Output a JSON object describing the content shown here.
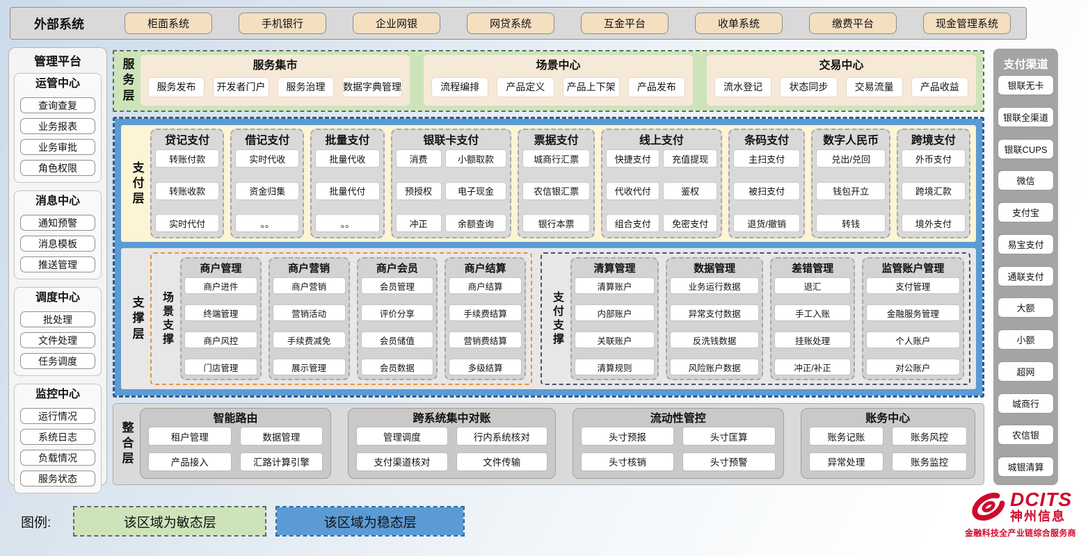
{
  "external_systems": {
    "label": "外部系统",
    "items": [
      "柜面系统",
      "手机银行",
      "企业网银",
      "网贷系统",
      "互金平台",
      "收单系统",
      "缴费平台",
      "现金管理系统"
    ]
  },
  "management_platform": {
    "title": "管理平台",
    "groups": [
      {
        "title": "运管中心",
        "items": [
          "查询查复",
          "业务报表",
          "业务审批",
          "角色权限"
        ]
      },
      {
        "title": "消息中心",
        "items": [
          "通知预警",
          "消息模板",
          "推送管理"
        ]
      },
      {
        "title": "调度中心",
        "items": [
          "批处理",
          "文件处理",
          "任务调度"
        ]
      },
      {
        "title": "监控中心",
        "items": [
          "运行情况",
          "系统日志",
          "负载情况",
          "服务状态"
        ]
      }
    ]
  },
  "service_layer": {
    "label": "服务层",
    "groups": [
      {
        "title": "服务集市",
        "items": [
          "服务发布",
          "开发者门户",
          "服务治理",
          "数据字典管理"
        ]
      },
      {
        "title": "场景中心",
        "items": [
          "流程编排",
          "产品定义",
          "产品上下架",
          "产品发布"
        ]
      },
      {
        "title": "交易中心",
        "items": [
          "流水登记",
          "状态同步",
          "交易流量",
          "产品收益"
        ]
      }
    ]
  },
  "payment_layer": {
    "label": "支付层",
    "columns": [
      {
        "title": "贷记支付",
        "items": [
          "转账付款",
          "转账收款",
          "实时代付"
        ]
      },
      {
        "title": "借记支付",
        "items": [
          "实时代收",
          "资金归集",
          "。。"
        ]
      },
      {
        "title": "批量支付",
        "items": [
          "批量代收",
          "批量代付",
          "。。"
        ]
      },
      {
        "title": "银联卡支付",
        "items": [
          "消费",
          "小额取款",
          "预授权",
          "电子现金",
          "冲正",
          "余额查询"
        ]
      },
      {
        "title": "票据支付",
        "items": [
          "城商行汇票",
          "农信银汇票",
          "银行本票"
        ]
      },
      {
        "title": "线上支付",
        "items": [
          "快捷支付",
          "充值提现",
          "代收代付",
          "鉴权",
          "组合支付",
          "免密支付"
        ]
      },
      {
        "title": "条码支付",
        "items": [
          "主扫支付",
          "被扫支付",
          "退货/撤销"
        ]
      },
      {
        "title": "数字人民币",
        "items": [
          "兑出/兑回",
          "钱包开立",
          "转钱"
        ]
      },
      {
        "title": "跨境支付",
        "items": [
          "外币支付",
          "跨境汇款",
          "境外支付"
        ]
      }
    ]
  },
  "support_layer": {
    "label": "支撑层",
    "sections": [
      {
        "label": "场景支撑",
        "columns": [
          {
            "title": "商户管理",
            "items": [
              "商户进件",
              "终端管理",
              "商户风控",
              "门店管理"
            ]
          },
          {
            "title": "商户营销",
            "items": [
              "商户营销",
              "营销活动",
              "手续费减免",
              "展示管理"
            ]
          },
          {
            "title": "商户会员",
            "items": [
              "会员管理",
              "评价分享",
              "会员储值",
              "会员数据"
            ]
          },
          {
            "title": "商户结算",
            "items": [
              "商户结算",
              "手续费结算",
              "营销费结算",
              "多级结算"
            ]
          }
        ]
      },
      {
        "label": "支付支撑",
        "columns": [
          {
            "title": "清算管理",
            "items": [
              "清算账户",
              "内部账户",
              "关联账户",
              "清算规则"
            ]
          },
          {
            "title": "数据管理",
            "items": [
              "业务运行数据",
              "异常支付数据",
              "反洗钱数据",
              "风险账户数据"
            ]
          },
          {
            "title": "差错管理",
            "items": [
              "退汇",
              "手工入账",
              "挂账处理",
              "冲正/补正"
            ]
          },
          {
            "title": "监管账户管理",
            "items": [
              "支付管理",
              "金融服务管理",
              "个人账户",
              "对公账户"
            ]
          }
        ]
      }
    ]
  },
  "integration_layer": {
    "label": "整合层",
    "groups": [
      {
        "title": "智能路由",
        "items": [
          "租户管理",
          "数据管理",
          "产品接入",
          "汇路计算引擎"
        ]
      },
      {
        "title": "跨系统集中对账",
        "items": [
          "管理调度",
          "行内系统核对",
          "支付渠道核对",
          "文件传输"
        ]
      },
      {
        "title": "流动性管控",
        "items": [
          "头寸预报",
          "头寸匡算",
          "头寸核销",
          "头寸预警"
        ]
      },
      {
        "title": "账务中心",
        "items": [
          "账务记账",
          "账务风控",
          "异常处理",
          "账务监控"
        ]
      }
    ]
  },
  "payment_channels": {
    "title": "支付渠道",
    "items": [
      "银联无卡",
      "银联全渠道",
      "银联CUPS",
      "微信",
      "支付宝",
      "易宝支付",
      "通联支付",
      "大额",
      "小额",
      "超网",
      "城商行",
      "农信银",
      "城银清算"
    ]
  },
  "legend": {
    "label": "图例:",
    "agile": "该区域为敏态层",
    "stable": "该区域为稳态层"
  },
  "branding": {
    "name": "DCITS",
    "company": "神州信息",
    "tagline": "金融科技全产业链综合服务商"
  },
  "colors": {
    "agile_green": "#cde4bb",
    "stable_blue": "#5b9bd5",
    "panel_cream": "#fdf3d5",
    "column_gray": "#d9d9d9",
    "external_tan": "#f5dfc1",
    "scene_orange_border": "#e8903a",
    "paysup_navy_border": "#44546a",
    "brand_red": "#cf0a2c"
  }
}
